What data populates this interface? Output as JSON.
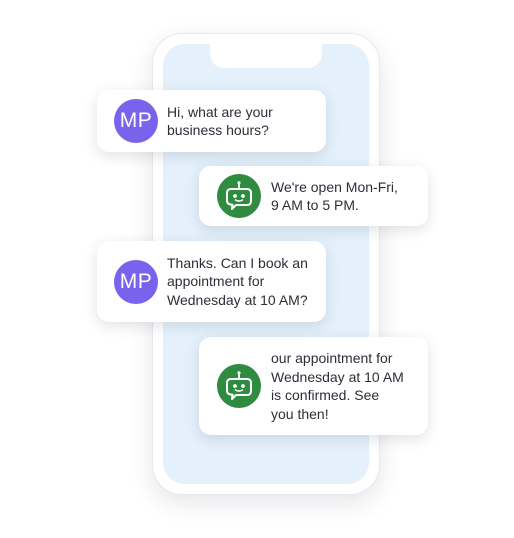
{
  "colors": {
    "user_avatar": "#7a63ec",
    "bot_avatar": "#2e8b3f",
    "screen": "#e4f1fc"
  },
  "chat": {
    "messages": [
      {
        "sender": "user",
        "avatar_initials": "MP",
        "text": "Hi, what are your\nbusiness hours?"
      },
      {
        "sender": "bot",
        "avatar_icon": "robot-icon",
        "text": "We're open Mon-Fri,\n9 AM to 5 PM."
      },
      {
        "sender": "user",
        "avatar_initials": "MP",
        "text": "Thanks. Can I book an\nappointment for\nWednesday at 10 AM?"
      },
      {
        "sender": "bot",
        "avatar_icon": "robot-icon",
        "text": "our appointment for\nWednesday at 10 AM\nis confirmed. See\nyou then!"
      }
    ]
  }
}
